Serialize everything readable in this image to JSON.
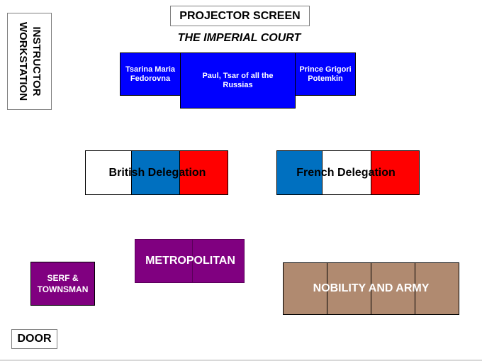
{
  "labels": {
    "projector_screen": "PROJECTOR SCREEN",
    "court_title": "THE IMPERIAL COURT",
    "instructor_workstation": "INSTRUCTOR WORKSTATION",
    "door": "DOOR"
  },
  "court": {
    "tsarina": "Tsarina Maria Fedorovna",
    "tsar": "Paul, Tsar of all the Russias",
    "potemkin": "Prince Grigori Potemkin"
  },
  "delegations": {
    "british": "British Delegation",
    "french": "French Delegation"
  },
  "groups": {
    "metropolitan": "METROPOLITAN",
    "serf_townsman": "SERF & TOWNSMAN",
    "nobility_army": "NOBILITY AND ARMY"
  },
  "colors": {
    "court_blue": "#0000ff",
    "flag_blue": "#0070c0",
    "flag_white": "#ffffff",
    "flag_red": "#ff0000",
    "metropolitan_purple": "#800080",
    "nobility_brown": "#b08a70"
  }
}
